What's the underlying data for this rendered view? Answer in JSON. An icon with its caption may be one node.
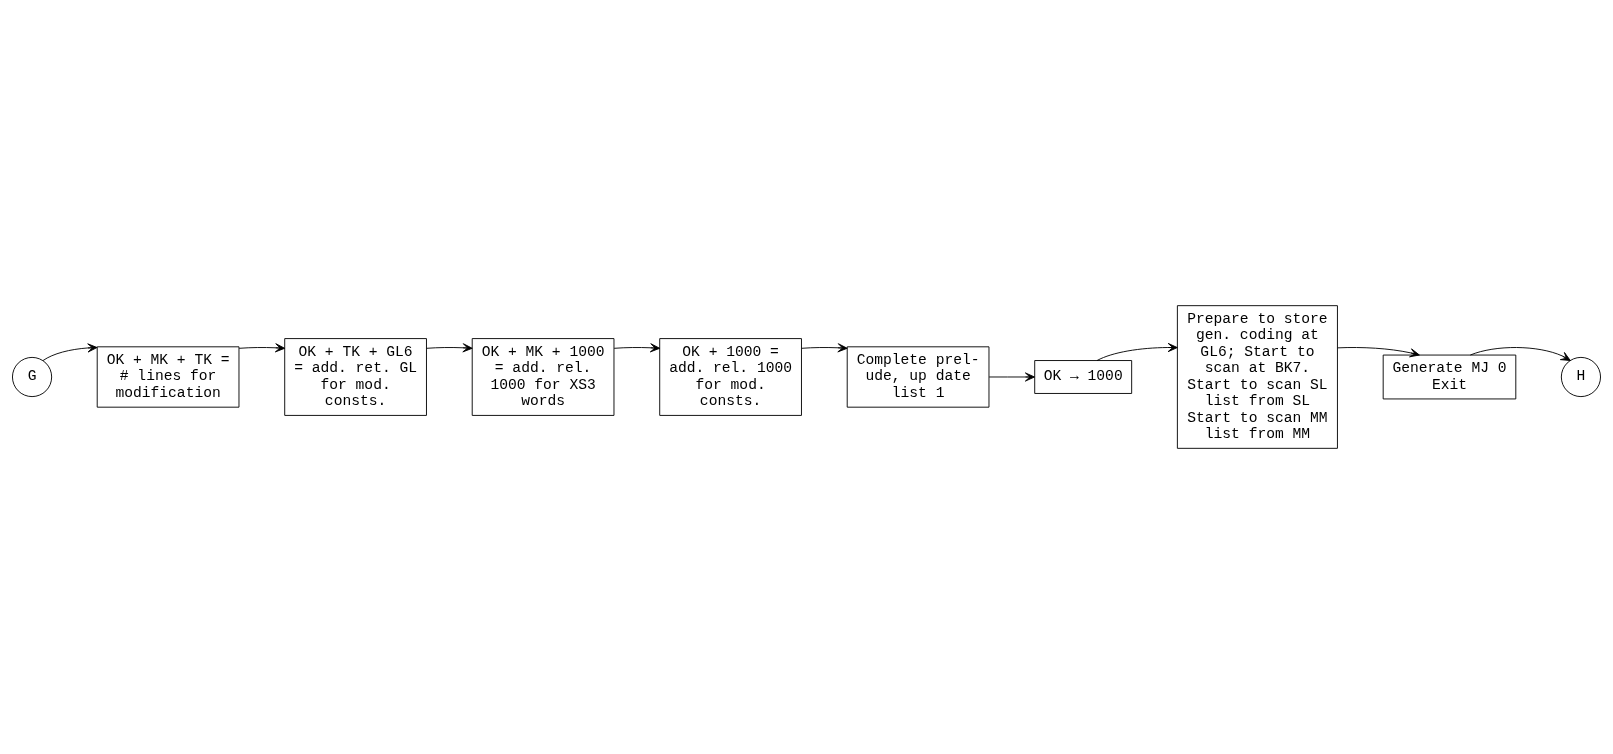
{
  "diagram": {
    "nodes": [
      {
        "text": [
          "G"
        ]
      },
      {
        "text": [
          "OK + MK + TK = # lines for modification"
        ]
      },
      {
        "text": [
          "OK + TK + GL6 = add. ret. GL for mod. consts."
        ]
      },
      {
        "text": [
          "OK + MK + 1000 = add. rel. 1000 for XS3 words"
        ]
      },
      {
        "text": [
          "OK + 1000 = add. rel. 1000 for mod. consts."
        ]
      },
      {
        "text": [
          "Complete prel- ude, up date list 1"
        ]
      },
      {
        "text": [
          "OK → 1000"
        ]
      },
      {
        "text": [
          "Prepare to store gen. coding at GL6; Start to scan at BK7. Start to scan SL list from SL Start to scan MM list from MM"
        ]
      },
      {
        "text": [
          "Generate MJ 0 Exit"
        ]
      },
      {
        "text": [
          "H"
        ]
      }
    ],
    "edges": [
      {
        "from": 0,
        "to": 1,
        "arrow": "to"
      },
      {
        "from": 1,
        "to": 2,
        "arrow": "to"
      },
      {
        "from": 2,
        "to": 3,
        "arrow": "to"
      },
      {
        "from": 3,
        "to": 4,
        "arrow": "to"
      },
      {
        "from": 4,
        "to": 5,
        "arrow": "to"
      },
      {
        "from": 5,
        "to": 6,
        "arrow": "to"
      },
      {
        "from": 6,
        "to": 7,
        "arrow": "to"
      },
      {
        "from": 7,
        "to": 8,
        "arrow": "to"
      },
      {
        "from": 8,
        "to": 9,
        "arrow": "to"
      }
    ]
  }
}
